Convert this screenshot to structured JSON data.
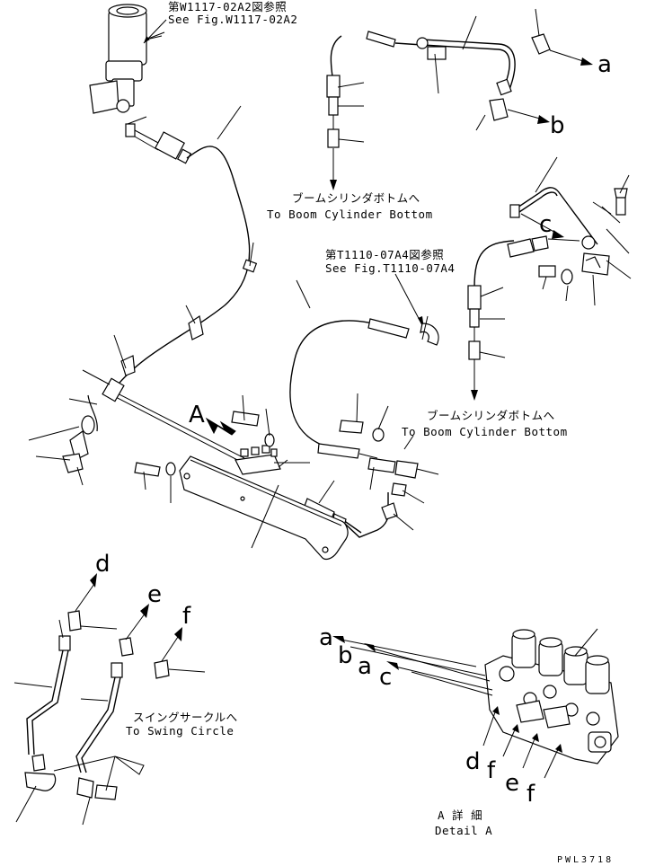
{
  "notes": {
    "fig_w1117_jp": "第W1117-02A2図参照",
    "fig_w1117_en": "See Fig.W1117-02A2",
    "boom1_jp": "ブームシリンダボトムへ",
    "boom1_en": "To Boom Cylinder Bottom",
    "fig_t1110_jp": "第T1110-07A4図参照",
    "fig_t1110_en": "See Fig.T1110-07A4",
    "boom2_jp": "ブームシリンダボトムへ",
    "boom2_en": "To Boom Cylinder Bottom",
    "swing_jp": "スイングサークルへ",
    "swing_en": "To Swing Circle",
    "detail_jp": "A 詳 細",
    "detail_en": "Detail A"
  },
  "refs": {
    "a_top": "a",
    "b_top": "b",
    "c_top": "c",
    "view_a": "A",
    "d": "d",
    "e": "e",
    "f": "f",
    "det_a1": "a",
    "det_b": "b",
    "det_a2": "a",
    "det_c": "c",
    "det_d": "d",
    "det_f1": "f",
    "det_e": "e",
    "det_f2": "f"
  },
  "drawing_code": "PWL3718"
}
